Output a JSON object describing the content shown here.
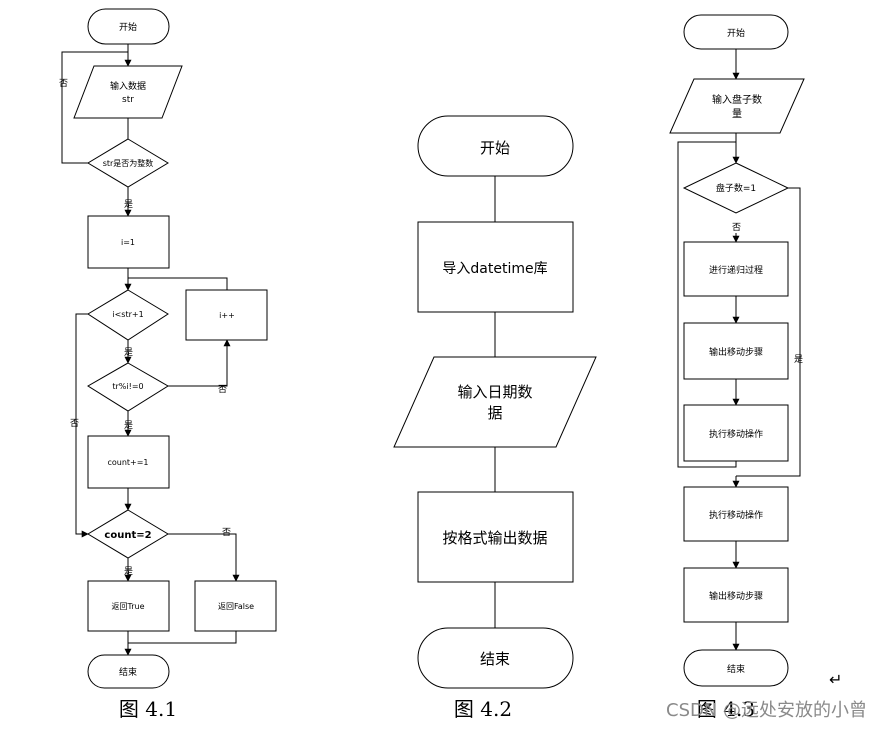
{
  "flowcharts": {
    "fig1": {
      "caption": "图 4.1",
      "start": "开始",
      "input": [
        "输入数据",
        "str"
      ],
      "cond_integer": "str是否为整数",
      "init": "i=1",
      "cond_loop": "i<str+1",
      "increment": "i++",
      "cond_mod": "tr%i!=0",
      "count_inc": "count+=1",
      "cond_count": "count=2",
      "return_true": "返回True",
      "return_false": "返回False",
      "end": "结束",
      "label_yes": "是",
      "label_no": "否"
    },
    "fig2": {
      "caption": "图 4.2",
      "start": "开始",
      "import": "导入datetime库",
      "input": [
        "输入日期数",
        "据"
      ],
      "output": "按格式输出数据",
      "end": "结束"
    },
    "fig3": {
      "caption": "图 4.3",
      "start": "开始",
      "input": [
        "输入盘子数",
        "量"
      ],
      "cond": "盘子数=1",
      "recurse": "进行递归过程",
      "print_steps": "输出移动步骤",
      "do_move": "执行移动操作",
      "do_move_2": "执行移动操作",
      "print_steps_2": "输出移动步骤",
      "end": "结束",
      "label_yes": "是",
      "label_no": "否"
    }
  },
  "watermark": "CSDN @远处安放的小曾",
  "return_mark": "↵"
}
